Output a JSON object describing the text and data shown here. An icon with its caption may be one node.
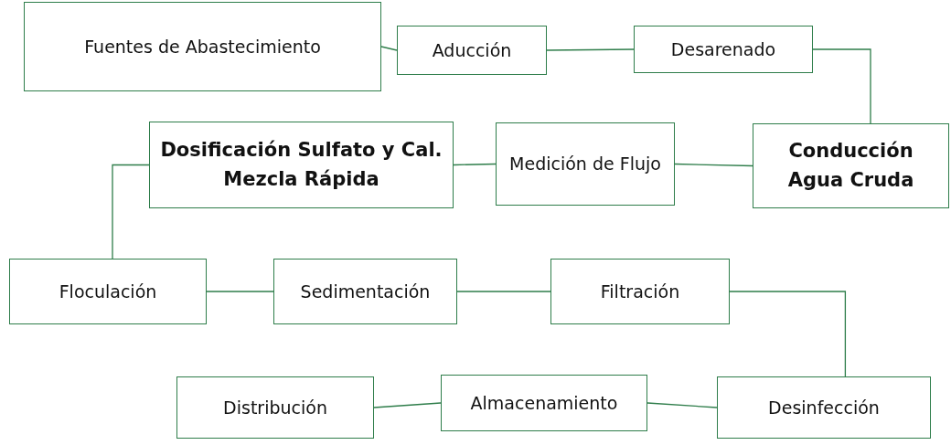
{
  "diagram": {
    "nodes": [
      {
        "text": [
          "Fuentes de Abastecimiento"
        ]
      },
      {
        "text": [
          "Aducción"
        ]
      },
      {
        "text": [
          "Desarenado"
        ]
      },
      {
        "text": [
          "Dosificación Sulfato y Cal. Mezcla Rápida"
        ]
      },
      {
        "text": [
          "Medición de Flujo"
        ]
      },
      {
        "text": [
          "Conducción Agua Cruda"
        ]
      },
      {
        "text": [
          "Floculación"
        ]
      },
      {
        "text": [
          "Sedimentación"
        ]
      },
      {
        "text": [
          "Filtración"
        ]
      },
      {
        "text": [
          "Distribución"
        ]
      },
      {
        "text": [
          "Almacenamiento"
        ]
      },
      {
        "text": [
          "Desinfección"
        ]
      }
    ],
    "edges": [
      {
        "from": 0,
        "to": 1,
        "arrow": "none"
      },
      {
        "from": 1,
        "to": 2,
        "arrow": "none"
      },
      {
        "from": 2,
        "to": 5,
        "arrow": "none"
      },
      {
        "from": 5,
        "to": 4,
        "arrow": "none"
      },
      {
        "from": 4,
        "to": 3,
        "arrow": "none"
      },
      {
        "from": 3,
        "to": 6,
        "arrow": "none"
      },
      {
        "from": 6,
        "to": 7,
        "arrow": "none"
      },
      {
        "from": 7,
        "to": 8,
        "arrow": "none"
      },
      {
        "from": 8,
        "to": 11,
        "arrow": "none"
      },
      {
        "from": 11,
        "to": 10,
        "arrow": "none"
      },
      {
        "from": 10,
        "to": 9,
        "arrow": "none"
      }
    ]
  }
}
